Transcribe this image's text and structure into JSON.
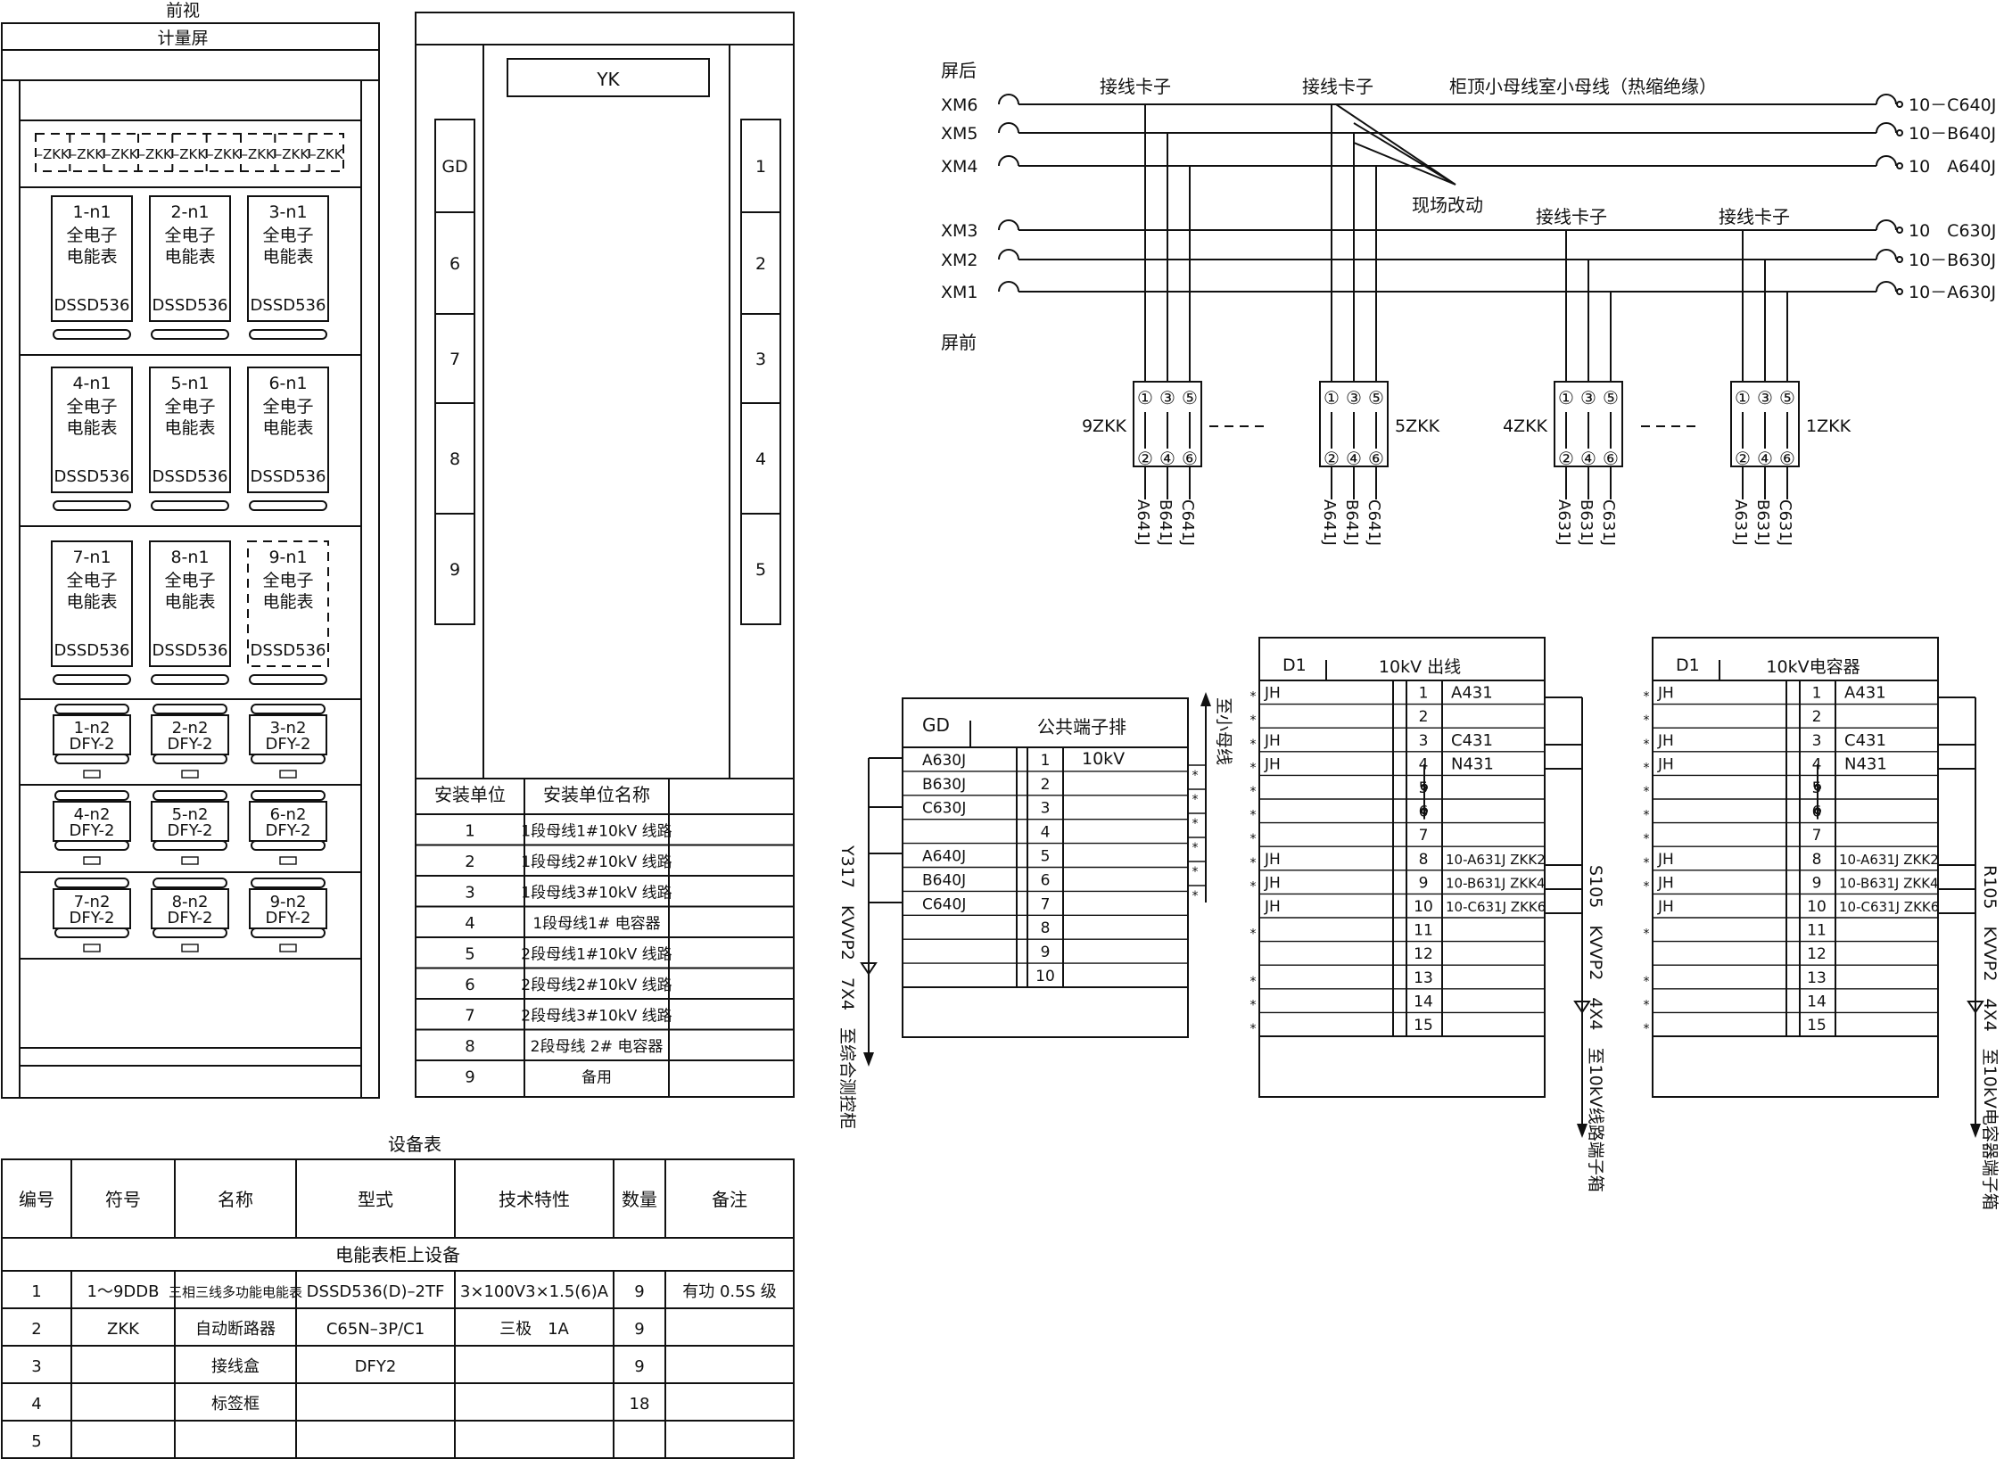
{
  "front_view": {
    "caption": "前视",
    "panel_title": "计量屏",
    "breaker_label": "ZKK",
    "breaker_count": 9,
    "meters": [
      {
        "id": "1-n1",
        "lines": [
          "全电子",
          "电能表"
        ],
        "model": "DSSD536"
      },
      {
        "id": "2-n1",
        "lines": [
          "全电子",
          "电能表"
        ],
        "model": "DSSD536"
      },
      {
        "id": "3-n1",
        "lines": [
          "全电子",
          "电能表"
        ],
        "model": "DSSD536"
      },
      {
        "id": "4-n1",
        "lines": [
          "全电子",
          "电能表"
        ],
        "model": "DSSD536"
      },
      {
        "id": "5-n1",
        "lines": [
          "全电子",
          "电能表"
        ],
        "model": "DSSD536"
      },
      {
        "id": "6-n1",
        "lines": [
          "全电子",
          "电能表"
        ],
        "model": "DSSD536"
      },
      {
        "id": "7-n1",
        "lines": [
          "全电子",
          "电能表"
        ],
        "model": "DSSD536"
      },
      {
        "id": "8-n1",
        "lines": [
          "全电子",
          "电能表"
        ],
        "model": "DSSD536"
      },
      {
        "id": "9-n1",
        "lines": [
          "全电子",
          "电能表"
        ],
        "model": "DSSD536",
        "dashed": true
      }
    ],
    "junction_boxes": [
      {
        "id": "1-n2",
        "model": "DFY-2"
      },
      {
        "id": "2-n2",
        "model": "DFY-2"
      },
      {
        "id": "3-n2",
        "model": "DFY-2"
      },
      {
        "id": "4-n2",
        "model": "DFY-2"
      },
      {
        "id": "5-n2",
        "model": "DFY-2"
      },
      {
        "id": "6-n2",
        "model": "DFY-2"
      },
      {
        "id": "7-n2",
        "model": "DFY-2"
      },
      {
        "id": "8-n2",
        "model": "DFY-2"
      },
      {
        "id": "9-n2",
        "model": "DFY-2"
      }
    ]
  },
  "back_view": {
    "yk_label": "YK",
    "left_strip": [
      "GD",
      "6",
      "7",
      "8",
      "9"
    ],
    "right_strip": [
      "1",
      "2",
      "3",
      "4",
      "5"
    ],
    "install_table": {
      "headers": [
        "安装单位",
        "安装单位名称"
      ],
      "rows": [
        [
          "1",
          "1段母线1#10kV 线路"
        ],
        [
          "2",
          "1段母线2#10kV 线路"
        ],
        [
          "3",
          "1段母线3#10kV 线路"
        ],
        [
          "4",
          "1段母线1# 电容器"
        ],
        [
          "5",
          "2段母线1#10kV 线路"
        ],
        [
          "6",
          "2段母线2#10kV 线路"
        ],
        [
          "7",
          "2段母线3#10kV 线路"
        ],
        [
          "8",
          "2段母线 2# 电容器"
        ],
        [
          "9",
          "备用"
        ]
      ]
    }
  },
  "bus_diagram": {
    "screen_back": "屏后",
    "screen_front": "屏前",
    "clamp_label": "接线卡子",
    "bus_title": "柜顶小母线室小母线（热缩绝缘）",
    "site_change": "现场改动",
    "buses_left": [
      "XM6",
      "XM5",
      "XM4",
      "XM3",
      "XM2",
      "XM1"
    ],
    "buses_right": [
      "10－C640J",
      "10－B640J",
      "10　A640J",
      "10　C630J",
      "10－B630J",
      "10－A630J"
    ],
    "switches": [
      {
        "name": "9ZKK",
        "outputs": [
          "A641J",
          "B641J",
          "C641J"
        ]
      },
      {
        "name": "5ZKK",
        "outputs": [
          "A641J",
          "B641J",
          "C641J"
        ]
      },
      {
        "name": "4ZKK",
        "outputs": [
          "A631J",
          "B631J",
          "C631J"
        ]
      },
      {
        "name": "1ZKK",
        "outputs": [
          "A631J",
          "B631J",
          "C631J"
        ]
      }
    ],
    "terminals_top": [
      "①",
      "③",
      "⑤"
    ],
    "terminals_bottom": [
      "②",
      "④",
      "⑥"
    ]
  },
  "gd_block": {
    "code": "GD",
    "title": "公共端子排",
    "voltage": "10kV",
    "rows": [
      [
        "A630J",
        "1"
      ],
      [
        "B630J",
        "2"
      ],
      [
        "C630J",
        "3"
      ],
      [
        "",
        "4"
      ],
      [
        "A640J",
        "5"
      ],
      [
        "B640J",
        "6"
      ],
      [
        "C640J",
        "7"
      ],
      [
        "",
        "8"
      ],
      [
        "",
        "9"
      ],
      [
        "",
        "10"
      ]
    ],
    "to_bus": "至小母线",
    "cable_note": "Y317　KVVP2　7X4　至综合测控柜"
  },
  "d1_line": {
    "code": "D1",
    "title": "10kV 出线",
    "rows": [
      [
        "JH",
        "1",
        "A431"
      ],
      [
        "",
        "2",
        ""
      ],
      [
        "JH",
        "3",
        "C431"
      ],
      [
        "JH",
        "4",
        "N431"
      ],
      [
        "",
        "5",
        ""
      ],
      [
        "",
        "6",
        ""
      ],
      [
        "",
        "7",
        ""
      ],
      [
        "JH",
        "8",
        "10-A631J ZKK2"
      ],
      [
        "JH",
        "9",
        "10-B631J ZKK4"
      ],
      [
        "JH",
        "10",
        "10-C631J ZKK6"
      ],
      [
        "",
        "11",
        ""
      ],
      [
        "",
        "12",
        ""
      ],
      [
        "",
        "13",
        ""
      ],
      [
        "",
        "14",
        ""
      ],
      [
        "",
        "15",
        ""
      ]
    ],
    "cable_note": "S105　KVVP2　4X4　至10kV线路端子箱"
  },
  "d1_cap": {
    "code": "D1",
    "title": "10kV电容器",
    "rows": [
      [
        "JH",
        "1",
        "A431"
      ],
      [
        "",
        "2",
        ""
      ],
      [
        "JH",
        "3",
        "C431"
      ],
      [
        "JH",
        "4",
        "N431"
      ],
      [
        "",
        "5",
        ""
      ],
      [
        "",
        "6",
        ""
      ],
      [
        "",
        "7",
        ""
      ],
      [
        "JH",
        "8",
        "10-A631J ZKK2"
      ],
      [
        "JH",
        "9",
        "10-B631J ZKK4"
      ],
      [
        "JH",
        "10",
        "10-C631J ZKK6"
      ],
      [
        "",
        "11",
        ""
      ],
      [
        "",
        "12",
        ""
      ],
      [
        "",
        "13",
        ""
      ],
      [
        "",
        "14",
        ""
      ],
      [
        "",
        "15",
        ""
      ]
    ],
    "cable_note": "R105　KVVP2　4X4　至10kV电容器端子箱"
  },
  "equipment_table": {
    "title": "设备表",
    "headers": [
      "编号",
      "符号",
      "名称",
      "型式",
      "技术特性",
      "数量",
      "备注"
    ],
    "section": "电能表柜上设备",
    "rows": [
      [
        "1",
        "1～9DDB",
        "三相三线多功能电能表",
        "DSSD536(D)–2TF",
        "3×100V3×1.5(6)A",
        "9",
        "有功 0.5S 级"
      ],
      [
        "2",
        "ZKK",
        "自动断路器",
        "C65N–3P/C1",
        "三极　1A",
        "9",
        ""
      ],
      [
        "3",
        "",
        "接线盒",
        "DFY2",
        "",
        "9",
        ""
      ],
      [
        "4",
        "",
        "标签框",
        "",
        "",
        "18",
        ""
      ],
      [
        "5",
        "",
        "",
        "",
        "",
        "",
        ""
      ]
    ]
  }
}
